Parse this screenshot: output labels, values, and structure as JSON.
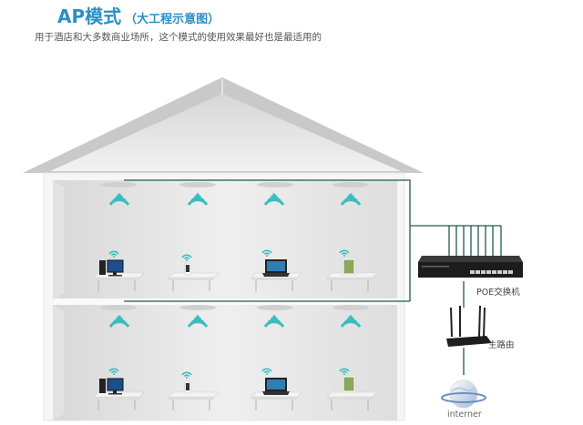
{
  "header": {
    "title": "AP模式",
    "title_sub": "（大工程示意图）",
    "subtitle": "用于酒店和大多数商业场所，这个模式的使用效果最好也是最适用的"
  },
  "diagram": {
    "floors": [
      {
        "name": "upper-floor",
        "ceiling_aps": 4,
        "devices": [
          "desktop-computer",
          "mobile-phone",
          "laptop",
          "tablet"
        ]
      },
      {
        "name": "lower-floor",
        "ceiling_aps": 4,
        "devices": [
          "desktop-computer",
          "mobile-phone",
          "laptop",
          "tablet"
        ]
      }
    ],
    "network": {
      "switch_label": "POE交换机",
      "switch_ports": 8,
      "router_label": "主路由",
      "internet_label": "interner"
    },
    "colors": {
      "title": "#2a8fc4",
      "wifi": "#3bbcc0",
      "cable": "#1f5a4c",
      "wall": "#e8e8e8"
    }
  }
}
